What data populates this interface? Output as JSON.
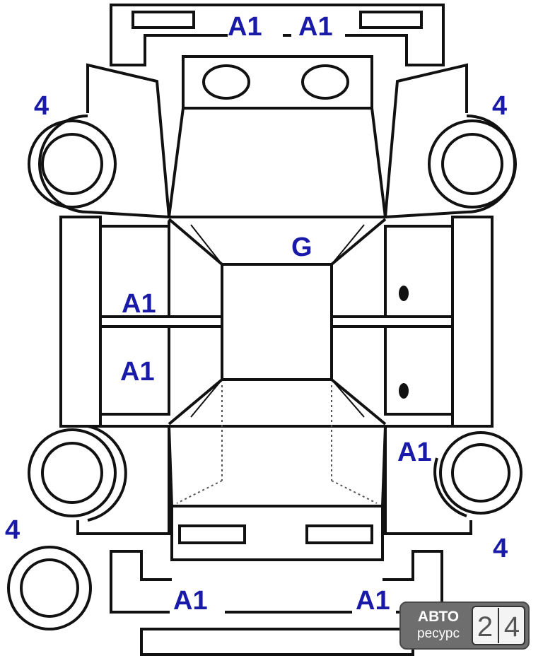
{
  "colors": {
    "marking": "#1a1aa8",
    "line": "#111111",
    "badge": "#6e6e6e"
  },
  "marks": {
    "front_bumper_left": "A1",
    "front_bumper_right": "A1",
    "front_left_wheel": "4",
    "front_right_wheel": "4",
    "roof": "G",
    "front_left_door": "A1",
    "rear_left_door": "A1",
    "rear_right_wheel_arch": "A1",
    "spare_wheel": "4",
    "rear_right_wheel": "4",
    "rear_bumper_left": "A1",
    "rear_bumper_right": "A1"
  },
  "watermark": {
    "line1": "АВТО",
    "line2": "ресурс",
    "digit1": "2",
    "digit2": "4"
  }
}
